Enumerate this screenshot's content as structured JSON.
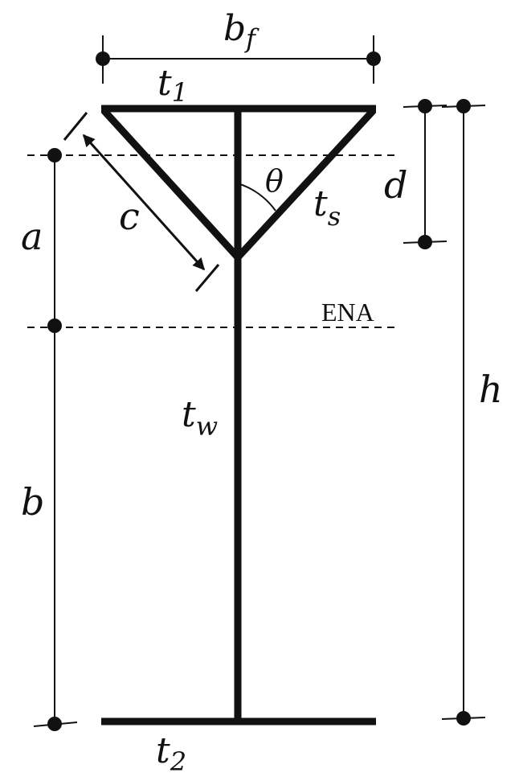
{
  "labels": {
    "flange_width": {
      "main": "b",
      "sub": "f"
    },
    "top_flange_thickness": {
      "main": "t",
      "sub": "1"
    },
    "bottom_flange_thickness": {
      "main": "t",
      "sub": "2"
    },
    "web_thickness": {
      "main": "t",
      "sub": "w"
    },
    "strut_thickness": {
      "main": "t",
      "sub": "s"
    },
    "angle": "θ",
    "strut_length": "c",
    "depth_a": "a",
    "depth_b": "b",
    "depth_d": "d",
    "height": "h",
    "neutral_axis": "ENA"
  },
  "colors": {
    "ink": "#111111",
    "background": "#ffffff"
  }
}
